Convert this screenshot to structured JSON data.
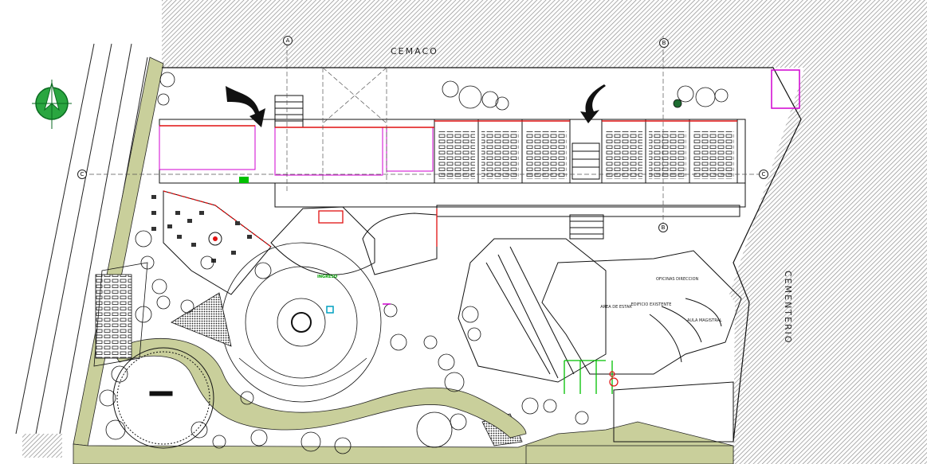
{
  "labels": {
    "top_road": "CEMACO",
    "right_side": "CEMENTERIO",
    "existing_building": "EDIFICIO EXISTENTE",
    "lobby": "AREA DE ESTAR",
    "classroom": "AULA MAGISTRAL",
    "office": "OFICINAS DIRECCION",
    "entrance": "INGRESO"
  },
  "grid_axes": {
    "a": "A",
    "b": "B",
    "c": "C"
  },
  "icons": {
    "north_arrow": "north-arrow-icon",
    "accessible": "wheelchair-icon"
  },
  "colors": {
    "hatch": "#8c8c8c",
    "green_strip": "#c9cf9b",
    "wall": "#111111",
    "red_detail": "#e01010",
    "magenta_detail": "#d000d0",
    "green_detail": "#00c000",
    "cyan_detail": "#00a0c0"
  }
}
